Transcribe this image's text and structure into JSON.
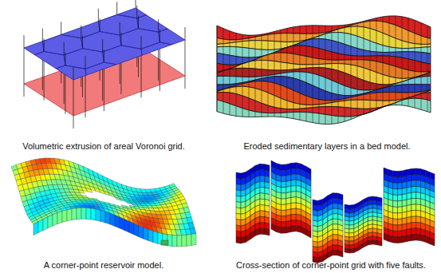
{
  "diagram": {
    "labels": [
      "Volumetric extrusion of areal Voronoi grid.",
      "Eroded sedimentary layers in a bed model.",
      "A corner-point reservoir model.",
      "Cross-section of corner-point grid with five faults."
    ]
  }
}
